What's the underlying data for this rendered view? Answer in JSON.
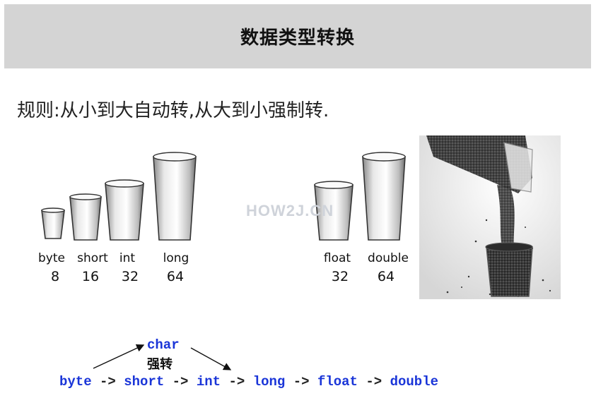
{
  "header": {
    "title": "数据类型转换"
  },
  "rule_text": "规则:从小到大自动转,从大到小强制转.",
  "integer_types": [
    {
      "name": "byte",
      "bits": "8"
    },
    {
      "name": "short",
      "bits": "16"
    },
    {
      "name": "int",
      "bits": "32"
    },
    {
      "name": "long",
      "bits": "64"
    }
  ],
  "float_types": [
    {
      "name": "float",
      "bits": "32"
    },
    {
      "name": "double",
      "bits": "64"
    }
  ],
  "watermark": "HOW2J.CN",
  "chain": {
    "types": [
      "byte",
      "short",
      "int",
      "long",
      "float",
      "double"
    ],
    "arrow": "->",
    "char_label": "char",
    "cast_label": "强转"
  }
}
